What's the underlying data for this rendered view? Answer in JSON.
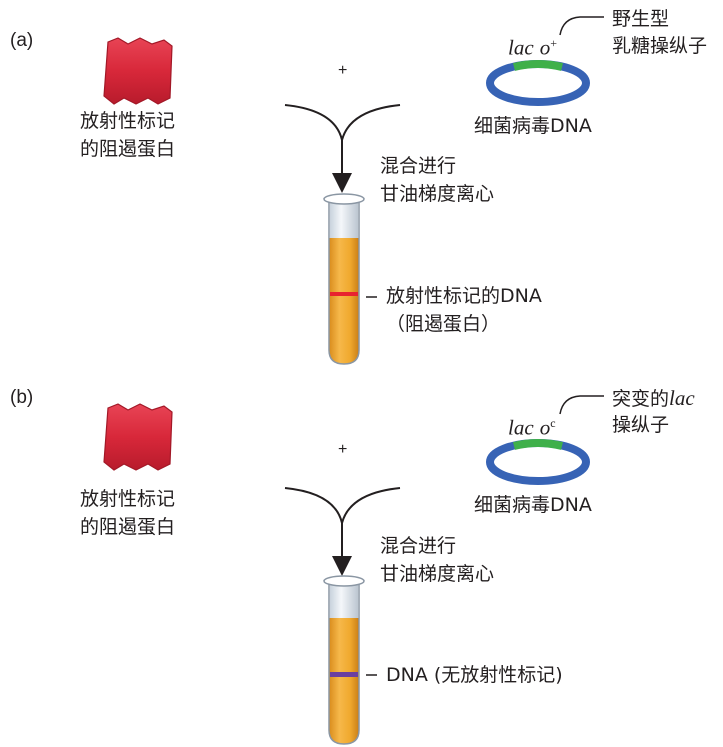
{
  "panels": [
    {
      "label": "(a)",
      "protein_label_1": "放射性标记",
      "protein_label_2": "的阻遏蛋白",
      "plus": "+",
      "plasmid_gene": "lac",
      "plasmid_o": "o",
      "plasmid_sup": "+",
      "callout_1": "野生型",
      "callout_2": "乳糖操纵子",
      "plasmid_caption": "细菌病毒DNA",
      "step_1": "混合进行",
      "step_2": "甘油梯度离心",
      "band_label_1": "放射性标记的DNA",
      "band_label_2": "（阻遏蛋白）",
      "band_color": "#e8232f"
    },
    {
      "label": "(b)",
      "protein_label_1": "放射性标记",
      "protein_label_2": "的阻遏蛋白",
      "plus": "+",
      "plasmid_gene": "lac",
      "plasmid_o": "o",
      "plasmid_sup": "c",
      "callout_1_pre": "突变的",
      "callout_1_gene": "lac",
      "callout_2": "操纵子",
      "plasmid_caption": "细菌病毒DNA",
      "step_1": "混合进行",
      "step_2": "甘油梯度离心",
      "band_label_1": "DNA (无放射性标记)",
      "band_color": "#6b3fa0"
    }
  ],
  "colors": {
    "protein": "#d8283a",
    "plasmid_ring": "#3763b5",
    "operator": "#3fb04a",
    "tube_fill": "#f0a92e"
  }
}
